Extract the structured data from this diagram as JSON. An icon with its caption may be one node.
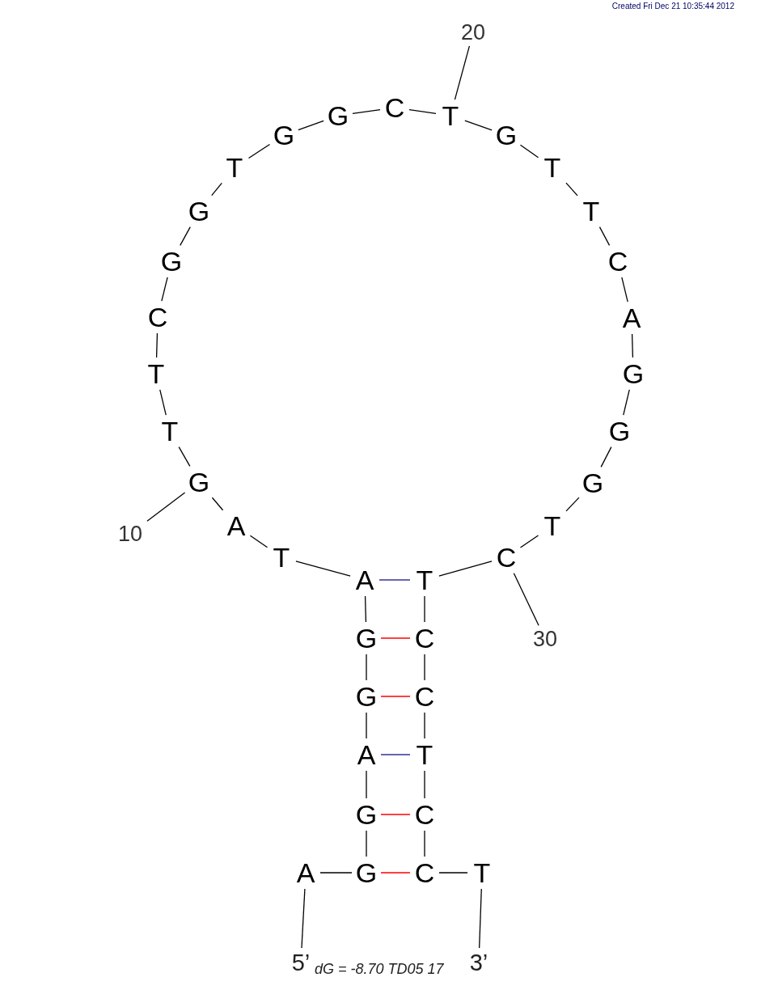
{
  "diagram": {
    "nodes": [
      {
        "text": [
          "A"
        ]
      },
      {
        "text": [
          "G"
        ]
      },
      {
        "text": [
          "G"
        ]
      },
      {
        "text": [
          "A"
        ]
      },
      {
        "text": [
          "G"
        ]
      },
      {
        "text": [
          "G"
        ]
      },
      {
        "text": [
          "A"
        ]
      },
      {
        "text": [
          "T"
        ]
      },
      {
        "text": [
          "A"
        ]
      },
      {
        "text": [
          "G"
        ]
      },
      {
        "text": [
          "T"
        ]
      },
      {
        "text": [
          "T"
        ]
      },
      {
        "text": [
          "C"
        ]
      },
      {
        "text": [
          "G"
        ]
      },
      {
        "text": [
          "G"
        ]
      },
      {
        "text": [
          "T"
        ]
      },
      {
        "text": [
          "G"
        ]
      },
      {
        "text": [
          "G"
        ]
      },
      {
        "text": [
          "C"
        ]
      },
      {
        "text": [
          "T"
        ]
      },
      {
        "text": [
          "G"
        ]
      },
      {
        "text": [
          "T"
        ]
      },
      {
        "text": [
          "T"
        ]
      },
      {
        "text": [
          "C"
        ]
      },
      {
        "text": [
          "A"
        ]
      },
      {
        "text": [
          "G"
        ]
      },
      {
        "text": [
          "G"
        ]
      },
      {
        "text": [
          "G"
        ]
      },
      {
        "text": [
          "T"
        ]
      },
      {
        "text": [
          "C"
        ]
      },
      {
        "text": [
          "T"
        ]
      },
      {
        "text": [
          "C"
        ]
      },
      {
        "text": [
          "C"
        ]
      },
      {
        "text": [
          "T"
        ]
      },
      {
        "text": [
          "C"
        ]
      },
      {
        "text": [
          "C"
        ]
      },
      {
        "text": [
          "T"
        ]
      },
      {
        "text": [
          "5’"
        ]
      },
      {
        "text": [
          "3’"
        ]
      },
      {
        "text": [
          "10"
        ]
      },
      {
        "text": [
          "20"
        ]
      },
      {
        "text": [
          "30"
        ]
      }
    ],
    "edges": [
      {
        "from": 0,
        "to": 1,
        "arrow": "none"
      },
      {
        "from": 1,
        "to": 2,
        "arrow": "none"
      },
      {
        "from": 2,
        "to": 3,
        "arrow": "none"
      },
      {
        "from": 3,
        "to": 4,
        "arrow": "none"
      },
      {
        "from": 4,
        "to": 5,
        "arrow": "none"
      },
      {
        "from": 5,
        "to": 6,
        "arrow": "none"
      },
      {
        "from": 6,
        "to": 7,
        "arrow": "none"
      },
      {
        "from": 7,
        "to": 8,
        "arrow": "none"
      },
      {
        "from": 8,
        "to": 9,
        "arrow": "none"
      },
      {
        "from": 9,
        "to": 10,
        "arrow": "none"
      },
      {
        "from": 10,
        "to": 11,
        "arrow": "none"
      },
      {
        "from": 11,
        "to": 12,
        "arrow": "none"
      },
      {
        "from": 12,
        "to": 13,
        "arrow": "none"
      },
      {
        "from": 13,
        "to": 14,
        "arrow": "none"
      },
      {
        "from": 14,
        "to": 15,
        "arrow": "none"
      },
      {
        "from": 15,
        "to": 16,
        "arrow": "none"
      },
      {
        "from": 16,
        "to": 17,
        "arrow": "none"
      },
      {
        "from": 17,
        "to": 18,
        "arrow": "none"
      },
      {
        "from": 18,
        "to": 19,
        "arrow": "none"
      },
      {
        "from": 19,
        "to": 20,
        "arrow": "none"
      },
      {
        "from": 20,
        "to": 21,
        "arrow": "none"
      },
      {
        "from": 21,
        "to": 22,
        "arrow": "none"
      },
      {
        "from": 22,
        "to": 23,
        "arrow": "none"
      },
      {
        "from": 23,
        "to": 24,
        "arrow": "none"
      },
      {
        "from": 24,
        "to": 25,
        "arrow": "none"
      },
      {
        "from": 25,
        "to": 26,
        "arrow": "none"
      },
      {
        "from": 26,
        "to": 27,
        "arrow": "none"
      },
      {
        "from": 27,
        "to": 28,
        "arrow": "none"
      },
      {
        "from": 28,
        "to": 29,
        "arrow": "none"
      },
      {
        "from": 29,
        "to": 30,
        "arrow": "none"
      },
      {
        "from": 30,
        "to": 31,
        "arrow": "none"
      },
      {
        "from": 31,
        "to": 32,
        "arrow": "none"
      },
      {
        "from": 32,
        "to": 33,
        "arrow": "none"
      },
      {
        "from": 33,
        "to": 34,
        "arrow": "none"
      },
      {
        "from": 34,
        "to": 35,
        "arrow": "none"
      },
      {
        "from": 35,
        "to": 36,
        "arrow": "none"
      },
      {
        "from": 6,
        "to": 30,
        "arrow": "none",
        "color": "#333399"
      },
      {
        "from": 5,
        "to": 31,
        "arrow": "none",
        "color": "#ff0000"
      },
      {
        "from": 4,
        "to": 32,
        "arrow": "none",
        "color": "#ff0000"
      },
      {
        "from": 3,
        "to": 33,
        "arrow": "none",
        "color": "#333399"
      },
      {
        "from": 2,
        "to": 34,
        "arrow": "none",
        "color": "#ff0000"
      },
      {
        "from": 1,
        "to": 35,
        "arrow": "none",
        "color": "#ff0000"
      },
      {
        "from": 37,
        "to": 0,
        "arrow": "none"
      },
      {
        "from": 38,
        "to": 36,
        "arrow": "none"
      },
      {
        "from": 39,
        "to": 9,
        "arrow": "none"
      },
      {
        "from": 40,
        "to": 19,
        "arrow": "none"
      },
      {
        "from": 41,
        "to": 29,
        "arrow": "none"
      }
    ],
    "labels": [
      "Created Fri Dec 21 10:35:44 2012",
      "dG = -8.70 TD05 17"
    ]
  }
}
